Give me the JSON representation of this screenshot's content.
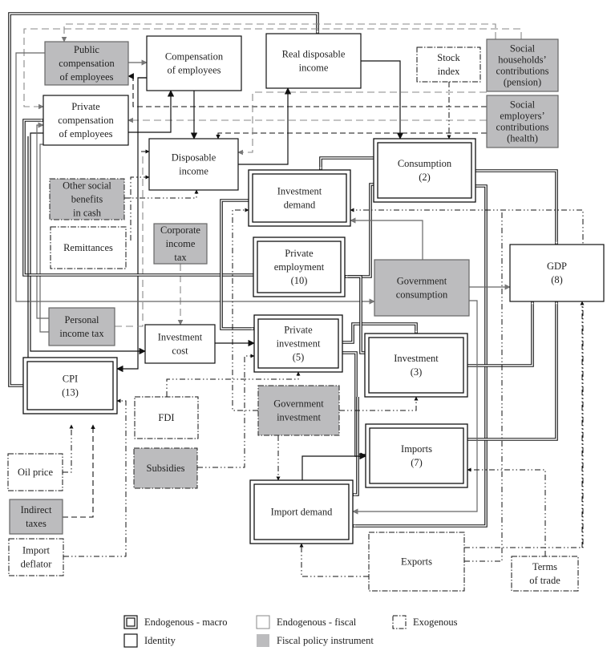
{
  "diagram": {
    "nodes": {
      "public_comp": {
        "lines": [
          "Public",
          "compensation",
          "of employees"
        ],
        "type": "fiscal-instrument"
      },
      "comp_employees": {
        "lines": [
          "Compensation",
          "of employees"
        ],
        "type": "identity"
      },
      "real_disp_income": {
        "lines": [
          "Real disposable",
          "income"
        ],
        "type": "identity"
      },
      "stock_index": {
        "lines": [
          "Stock",
          "index"
        ],
        "type": "exogenous"
      },
      "social_hh": {
        "lines": [
          "Social",
          "households’",
          "contributions",
          "(pension)"
        ],
        "type": "fiscal-instrument"
      },
      "social_emp": {
        "lines": [
          "Social",
          "employers’",
          "contributions",
          "(health)"
        ],
        "type": "fiscal-instrument"
      },
      "private_comp": {
        "lines": [
          "Private",
          "compensation",
          "of employees"
        ],
        "type": "identity"
      },
      "disp_income": {
        "lines": [
          "Disposable",
          "income"
        ],
        "type": "identity"
      },
      "consumption": {
        "lines": [
          "Consumption",
          "(2)"
        ],
        "type": "endogenous-macro"
      },
      "other_social": {
        "lines": [
          "Other social",
          "benefits",
          "in cash"
        ],
        "type": "fiscal-instrument-exo"
      },
      "inv_demand": {
        "lines": [
          "Investment",
          "demand"
        ],
        "type": "endogenous-macro"
      },
      "remittances": {
        "lines": [
          "Remittances"
        ],
        "type": "exogenous"
      },
      "corp_tax": {
        "lines": [
          "Corporate",
          "income",
          "tax"
        ],
        "type": "fiscal-instrument"
      },
      "priv_employment": {
        "lines": [
          "Private",
          "employment",
          "(10)"
        ],
        "type": "endogenous-macro"
      },
      "gov_consumption": {
        "lines": [
          "Government",
          "consumption"
        ],
        "type": "fiscal-instrument"
      },
      "gdp": {
        "lines": [
          "GDP",
          "(8)"
        ],
        "type": "identity"
      },
      "personal_tax": {
        "lines": [
          "Personal",
          "income tax"
        ],
        "type": "fiscal-instrument"
      },
      "inv_cost": {
        "lines": [
          "Investment",
          "cost"
        ],
        "type": "identity"
      },
      "priv_investment": {
        "lines": [
          "Private",
          "investment",
          "(5)"
        ],
        "type": "endogenous-macro"
      },
      "investment": {
        "lines": [
          "Investment",
          "(3)"
        ],
        "type": "endogenous-macro"
      },
      "cpi": {
        "lines": [
          "CPI",
          "(13)"
        ],
        "type": "endogenous-macro"
      },
      "fdi": {
        "lines": [
          "FDI"
        ],
        "type": "exogenous"
      },
      "gov_investment": {
        "lines": [
          "Government",
          "investment"
        ],
        "type": "fiscal-instrument-exo"
      },
      "imports": {
        "lines": [
          "Imports",
          "(7)"
        ],
        "type": "endogenous-macro"
      },
      "oil_price": {
        "lines": [
          "Oil price"
        ],
        "type": "exogenous"
      },
      "subsidies": {
        "lines": [
          "Subsidies"
        ],
        "type": "fiscal-instrument-exo"
      },
      "import_demand": {
        "lines": [
          "Import demand"
        ],
        "type": "endogenous-macro"
      },
      "indirect_taxes": {
        "lines": [
          "Indirect",
          "taxes"
        ],
        "type": "fiscal-instrument"
      },
      "import_deflator": {
        "lines": [
          "Import",
          "deflator"
        ],
        "type": "exogenous"
      },
      "exports": {
        "lines": [
          "Exports"
        ],
        "type": "exogenous"
      },
      "terms_of_trade": {
        "lines": [
          "Terms",
          "of trade"
        ],
        "type": "exogenous"
      }
    },
    "legend": [
      {
        "key": "endogenous-macro",
        "label": "Endogenous - macro"
      },
      {
        "key": "endogenous-fiscal",
        "label": "Endogenous - fiscal"
      },
      {
        "key": "exogenous",
        "label": "Exogenous"
      },
      {
        "key": "identity",
        "label": "Identity"
      },
      {
        "key": "fiscal-instrument",
        "label": "Fiscal policy instrument"
      }
    ],
    "colors": {
      "fiscal_instrument_fill": "#bcbcbe",
      "line_black": "#111111",
      "line_grey": "#666666"
    }
  }
}
